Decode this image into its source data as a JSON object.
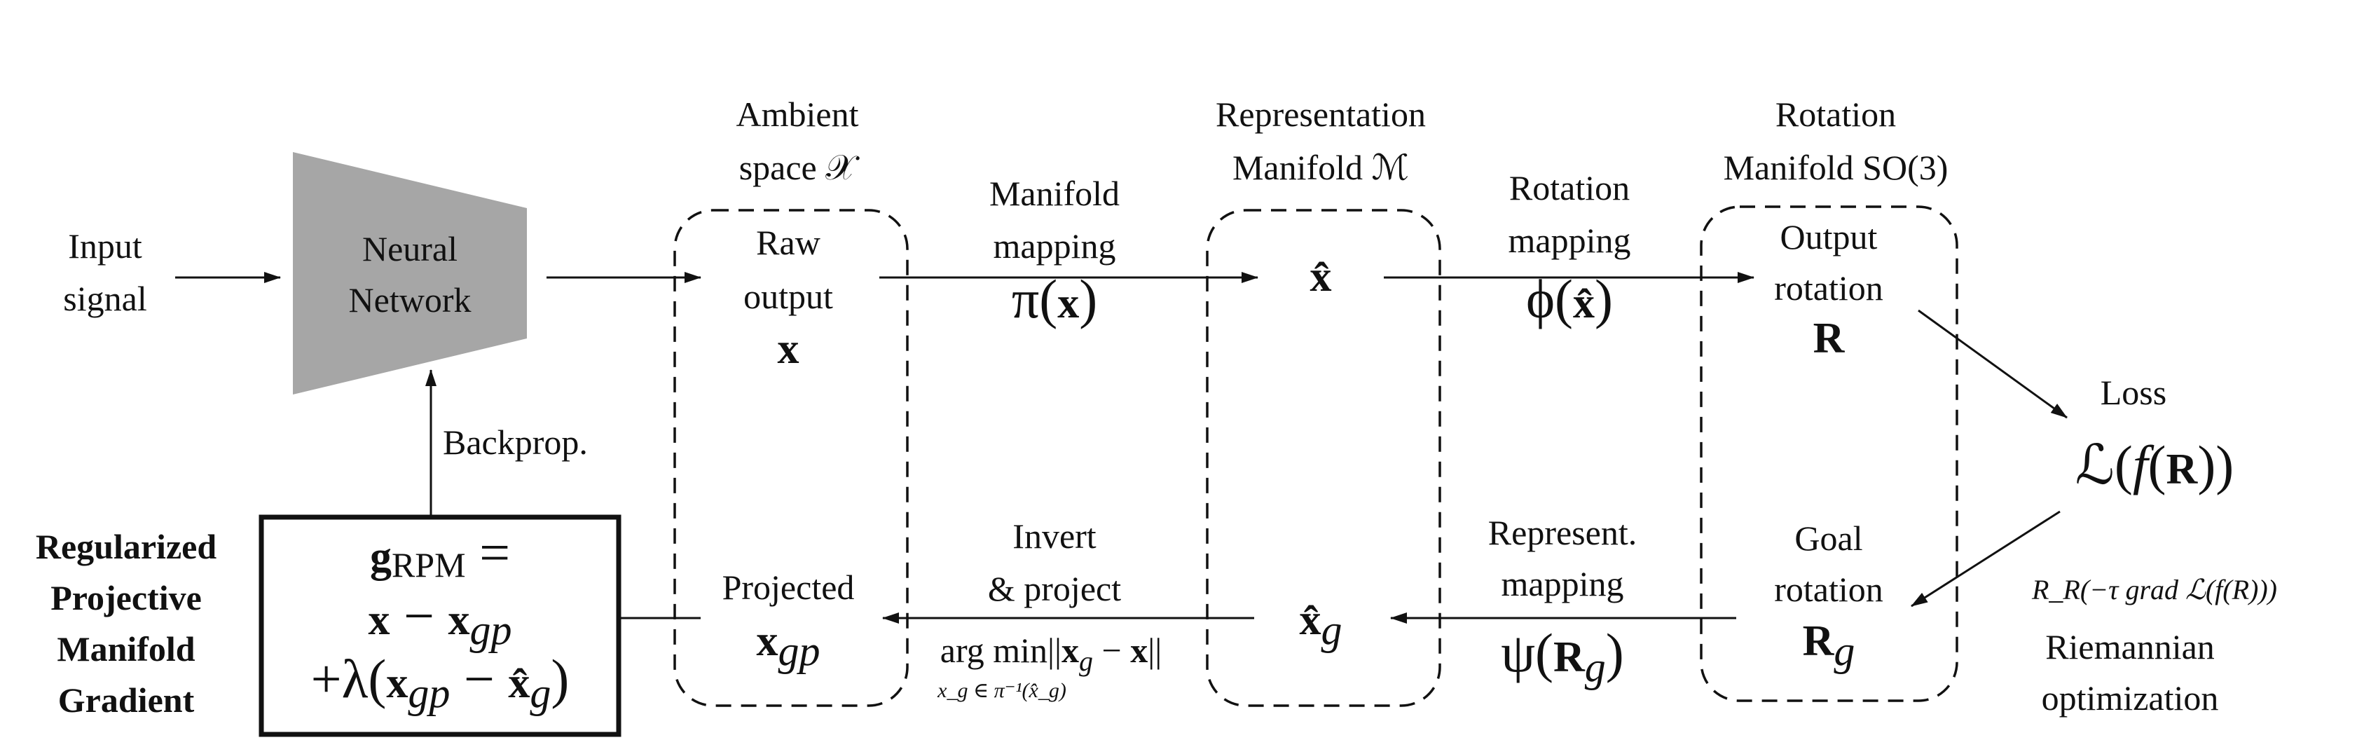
{
  "input": [
    "Input",
    "signal"
  ],
  "network": [
    "Neural",
    "Network"
  ],
  "backprop": "Backprop.",
  "ambient": {
    "header": [
      "Ambient",
      "space 𝒳"
    ],
    "top": [
      "Raw",
      "output",
      "x"
    ],
    "bottom": [
      "Projected",
      "x",
      "gp"
    ]
  },
  "representation": {
    "header": [
      "Representation",
      "Manifold ℳ"
    ],
    "top": "x̂",
    "bottom": [
      "x̂",
      "g"
    ]
  },
  "rotation_manifold": {
    "header": [
      "Rotation",
      "Manifold SO(3)"
    ],
    "top": [
      "Output",
      "rotation",
      "R"
    ],
    "bottom": [
      "Goal",
      "rotation",
      "R",
      "g"
    ]
  },
  "manifold_mapping": {
    "label": [
      "Manifold",
      "mapping"
    ],
    "formula": [
      "π(",
      "x",
      ")"
    ]
  },
  "rotation_mapping": {
    "label": [
      "Rotation",
      "mapping"
    ],
    "formula": [
      "ϕ(",
      "x̂",
      ")"
    ]
  },
  "invert_project": {
    "label": [
      "Invert",
      "& project"
    ],
    "formula": [
      "arg min||",
      "x",
      "g",
      " − ",
      "x",
      "||"
    ],
    "subscript": "x_g ∈ π⁻¹(x̂_g)"
  },
  "represent_mapping": {
    "label": [
      "Represent.",
      "mapping"
    ],
    "formula": [
      "ψ(",
      "R",
      "g",
      ")"
    ]
  },
  "loss": {
    "label": "Loss",
    "formula": [
      "ℒ(",
      "f",
      "(",
      "R",
      "))"
    ]
  },
  "riemannian": {
    "formula": "R_R(−τ grad ℒ(f(R)))",
    "label": [
      "Riemannian",
      "optimization"
    ]
  },
  "rpm": {
    "label": [
      "Regularized",
      "Projective",
      "Manifold",
      "Gradient"
    ],
    "line1": [
      "g",
      "RPM",
      " ="
    ],
    "line2": [
      "x",
      " − ",
      "x",
      "gp"
    ],
    "line3": [
      "+λ(",
      "x",
      "gp",
      " − ",
      "x̂",
      "g",
      ")"
    ]
  }
}
